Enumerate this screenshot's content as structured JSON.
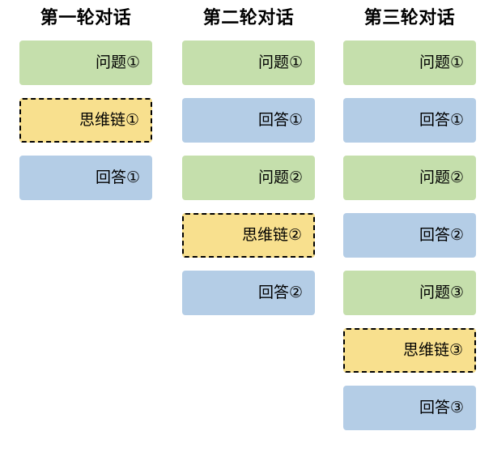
{
  "columns": [
    {
      "title": "第一轮对话",
      "boxes": [
        {
          "label": "问题①",
          "kind": "question"
        },
        {
          "label": "思维链①",
          "kind": "chain"
        },
        {
          "label": "回答①",
          "kind": "answer"
        }
      ]
    },
    {
      "title": "第二轮对话",
      "boxes": [
        {
          "label": "问题①",
          "kind": "question"
        },
        {
          "label": "回答①",
          "kind": "answer"
        },
        {
          "label": "问题②",
          "kind": "question"
        },
        {
          "label": "思维链②",
          "kind": "chain"
        },
        {
          "label": "回答②",
          "kind": "answer"
        }
      ]
    },
    {
      "title": "第三轮对话",
      "boxes": [
        {
          "label": "问题①",
          "kind": "question"
        },
        {
          "label": "回答①",
          "kind": "answer"
        },
        {
          "label": "问题②",
          "kind": "question"
        },
        {
          "label": "回答②",
          "kind": "answer"
        },
        {
          "label": "问题③",
          "kind": "question"
        },
        {
          "label": "思维链③",
          "kind": "chain"
        },
        {
          "label": "回答③",
          "kind": "answer"
        }
      ]
    }
  ],
  "colors": {
    "question_fill": "#C5DFAC",
    "answer_fill": "#B4CDE6",
    "chain_fill": "#F8E08E",
    "chain_border": "#000000",
    "background": "#FFFFFF",
    "text": "#000000"
  }
}
